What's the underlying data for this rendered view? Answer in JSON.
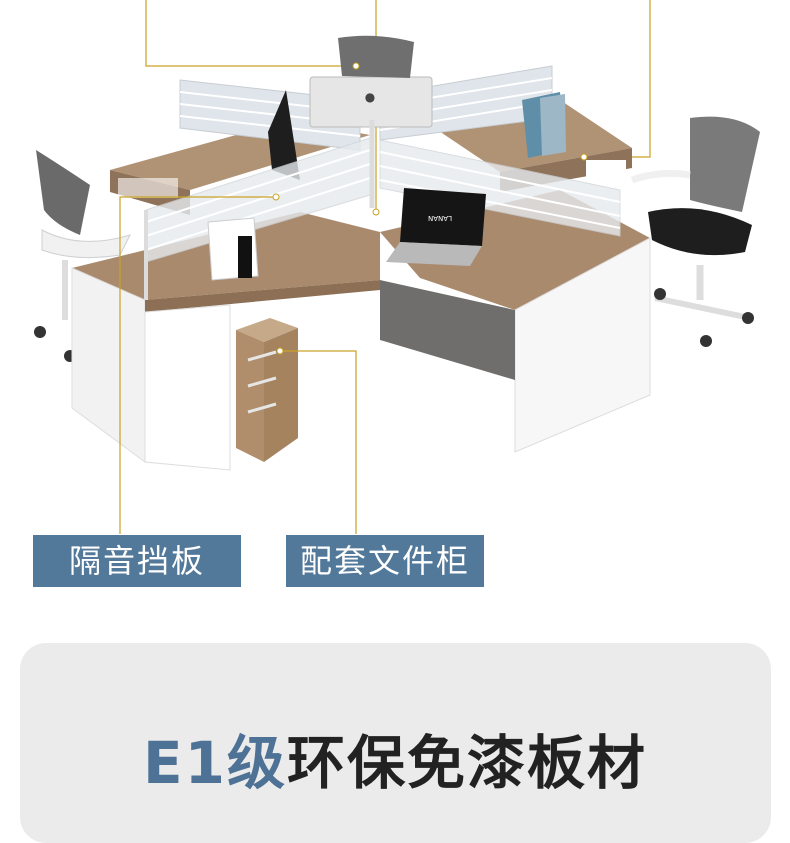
{
  "callouts": {
    "partition_label": "隔音挡板",
    "cabinet_label": "配套文件柜"
  },
  "feature": {
    "title_accent": "E1级",
    "title_rest": "环保免漆板材"
  },
  "product_marks": {
    "laptop_brand": "LANAN"
  },
  "colors": {
    "label_bg": "#53799a",
    "accent_text": "#4d7296",
    "callout_line": "#c9a227",
    "desk_wood": "#a98a6d",
    "panel_bg": "#ebebeb"
  },
  "icons": [
    "apple-logo-icon"
  ]
}
